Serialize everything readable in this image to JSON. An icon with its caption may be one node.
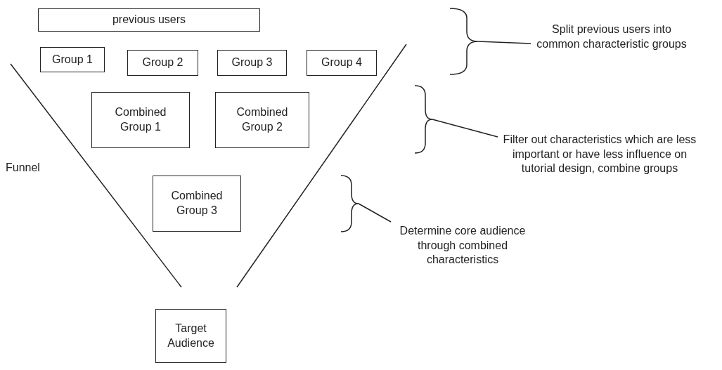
{
  "diagram": {
    "nodes": [
      {
        "text": [
          "previous users"
        ]
      },
      {
        "text": [
          "Group 1"
        ]
      },
      {
        "text": [
          "Group 2"
        ]
      },
      {
        "text": [
          "Group 3"
        ]
      },
      {
        "text": [
          "Group 4"
        ]
      },
      {
        "text": [
          "Combined Group 1"
        ]
      },
      {
        "text": [
          "Combined Group 2"
        ]
      },
      {
        "text": [
          "Combined Group 3"
        ]
      },
      {
        "text": [
          "Target Audience"
        ]
      },
      {
        "text": [
          "Split previous users into common characteristic groups"
        ]
      },
      {
        "text": [
          "Filter out characteristics which are less important or have less influence on tutorial design, combine groups"
        ]
      },
      {
        "text": [
          "Determine core audience through combined characteristics"
        ]
      },
      {
        "text": [],
        "shape": "bracket"
      },
      {
        "text": [],
        "shape": "bracket"
      },
      {
        "text": [],
        "shape": "bracket"
      }
    ],
    "edges": [
      {
        "from": 9,
        "to": 12,
        "arrow": "none"
      },
      {
        "from": 10,
        "to": 13,
        "arrow": "none"
      },
      {
        "from": 11,
        "to": 14,
        "arrow": "none"
      }
    ],
    "labels": [
      "Funnel"
    ]
  }
}
